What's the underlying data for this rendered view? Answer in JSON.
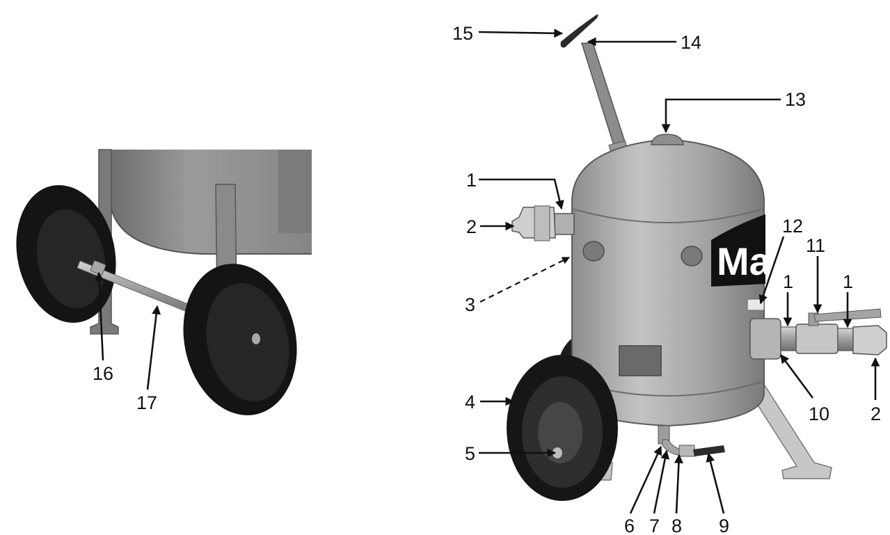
{
  "callouts": {
    "c1": "1",
    "c2": "2",
    "c3": "3",
    "c4": "4",
    "c5": "5",
    "c6": "6",
    "c7": "7",
    "c8": "8",
    "c9": "9",
    "c10": "10",
    "c11": "11",
    "c12": "12",
    "c13": "13",
    "c14": "14",
    "c15": "15",
    "c16": "16",
    "c17": "17"
  },
  "brand_label": "Ma",
  "colors": {
    "tank_body": "#a9a9a9",
    "tank_shadow": "#7d7d7d",
    "tire": "#141414",
    "steel": "#9a9a9a",
    "label_black": "#111111",
    "background": "#ffffff"
  }
}
